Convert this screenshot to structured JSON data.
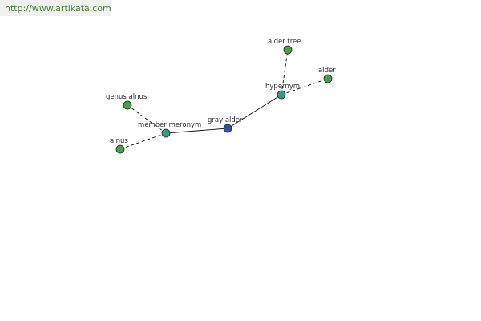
{
  "site": {
    "url": "http://www.artikata.com",
    "url_color": "#4c8a2c"
  },
  "graph": {
    "colors": {
      "edge": "#111111",
      "leaf_node": "#4e9a4e",
      "relation_node": "#3a9688",
      "center_node": "#3b4e98",
      "node_stroke": "#1f2f1f"
    },
    "nodes": [
      {
        "id": "gray-alder",
        "label": "gray alder",
        "kind": "center"
      },
      {
        "id": "member-meronym",
        "label": "member meronym",
        "kind": "relation"
      },
      {
        "id": "hypernym",
        "label": "hypernym",
        "kind": "relation"
      },
      {
        "id": "genus-alnus",
        "label": "genus alnus",
        "kind": "leaf"
      },
      {
        "id": "alnus",
        "label": "alnus",
        "kind": "leaf"
      },
      {
        "id": "alder-tree",
        "label": "alder tree",
        "kind": "leaf"
      },
      {
        "id": "alder",
        "label": "alder",
        "kind": "leaf"
      }
    ],
    "edges": [
      {
        "from": "gray-alder",
        "to": "member-meronym",
        "style": "solid"
      },
      {
        "from": "gray-alder",
        "to": "hypernym",
        "style": "solid"
      },
      {
        "from": "member-meronym",
        "to": "genus-alnus",
        "style": "dashed"
      },
      {
        "from": "member-meronym",
        "to": "alnus",
        "style": "dashed"
      },
      {
        "from": "hypernym",
        "to": "alder-tree",
        "style": "dashed"
      },
      {
        "from": "hypernym",
        "to": "alder",
        "style": "dashed"
      }
    ]
  }
}
